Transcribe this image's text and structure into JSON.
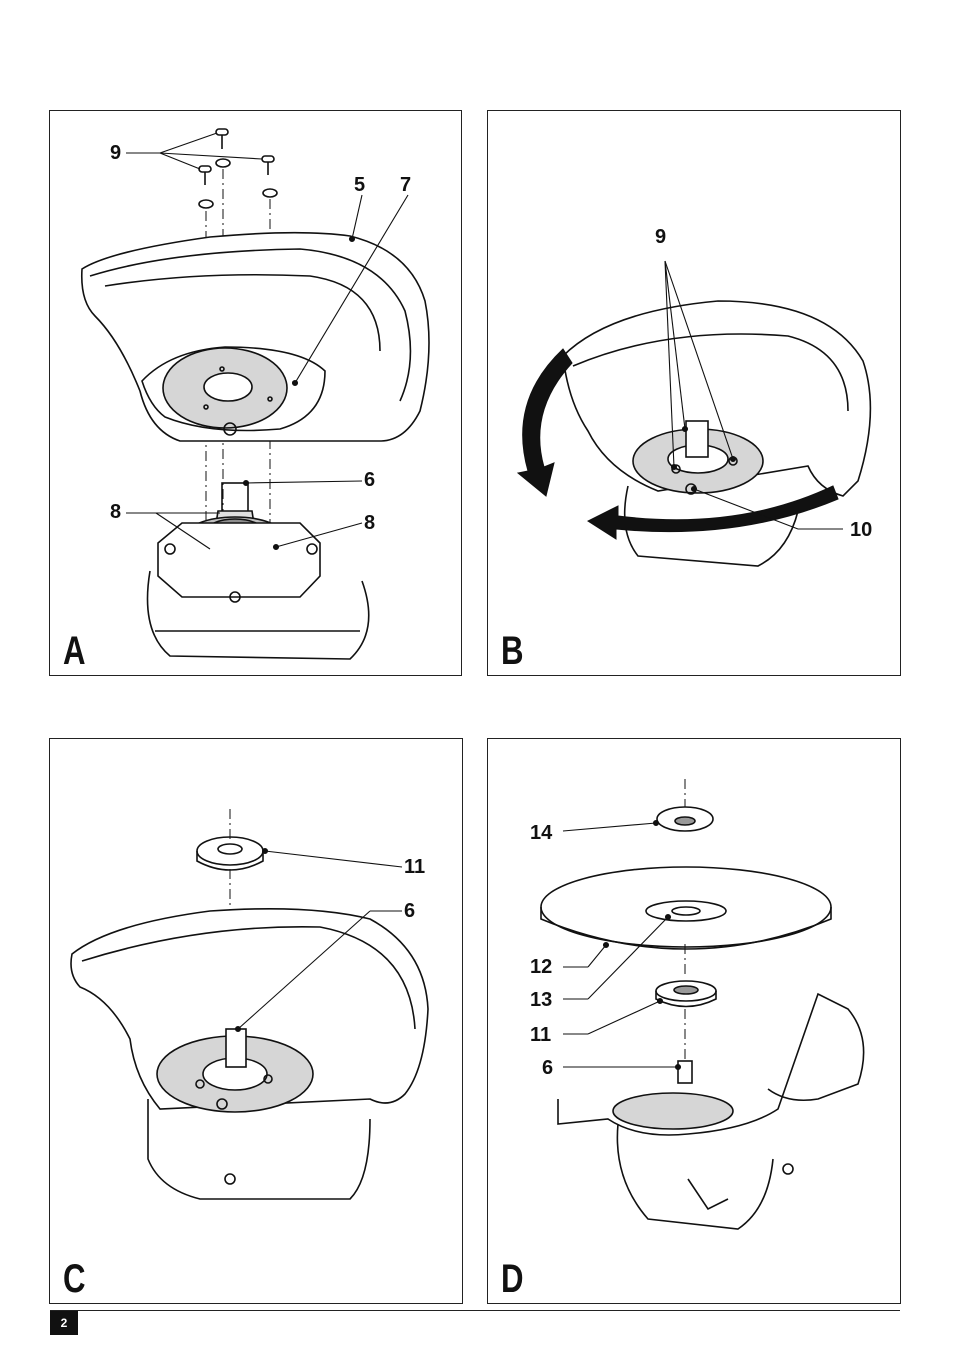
{
  "page_number": "2",
  "panels": {
    "A": {
      "letter": "A",
      "callouts": [
        "9",
        "5",
        "7",
        "6",
        "8",
        "8"
      ]
    },
    "B": {
      "letter": "B",
      "callouts": [
        "9",
        "10"
      ]
    },
    "C": {
      "letter": "C",
      "callouts": [
        "11",
        "6"
      ]
    },
    "D": {
      "letter": "D",
      "callouts": [
        "14",
        "12",
        "13",
        "11",
        "6"
      ]
    }
  }
}
